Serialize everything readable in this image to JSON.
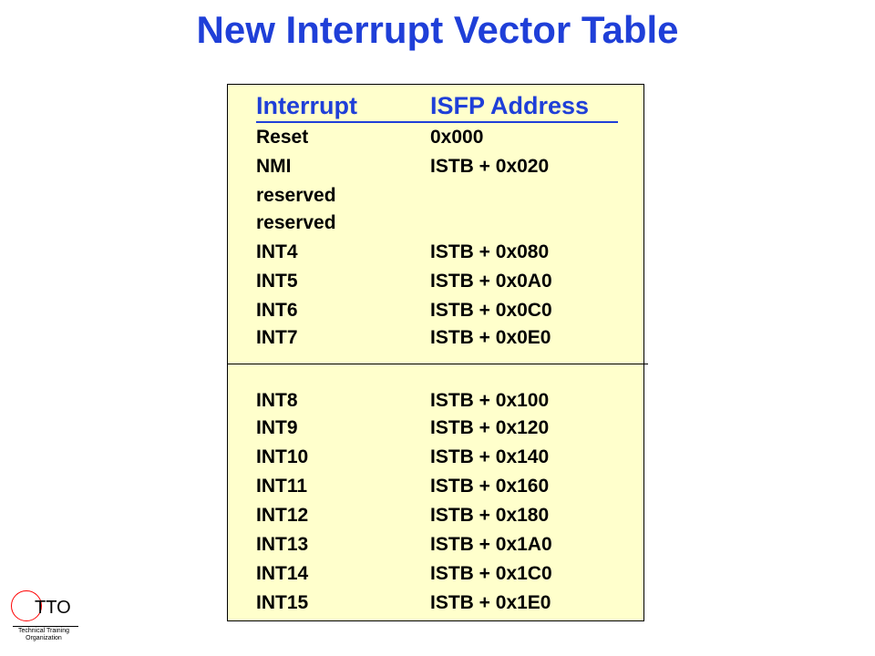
{
  "slide": {
    "title": "New Interrupt Vector Table"
  },
  "table": {
    "headers": {
      "interrupt": "Interrupt",
      "address": "ISFP Address"
    },
    "rows": [
      {
        "interrupt": "Reset",
        "address": "0x000"
      },
      {
        "interrupt": "NMI",
        "address": "ISTB + 0x020"
      },
      {
        "interrupt": "reserved",
        "address": ""
      },
      {
        "interrupt": "reserved",
        "address": ""
      },
      {
        "interrupt": "INT4",
        "address": "ISTB + 0x080"
      },
      {
        "interrupt": "INT5",
        "address": "ISTB + 0x0A0"
      },
      {
        "interrupt": "INT6",
        "address": "ISTB + 0x0C0"
      },
      {
        "interrupt": "INT7",
        "address": "ISTB + 0x0E0"
      },
      {
        "interrupt": "INT8",
        "address": "ISTB + 0x100"
      },
      {
        "interrupt": "INT9",
        "address": "ISTB + 0x120"
      },
      {
        "interrupt": "INT10",
        "address": "ISTB + 0x140"
      },
      {
        "interrupt": "INT11",
        "address": "ISTB + 0x160"
      },
      {
        "interrupt": "INT12",
        "address": "ISTB + 0x180"
      },
      {
        "interrupt": "INT13",
        "address": "ISTB + 0x1A0"
      },
      {
        "interrupt": "INT14",
        "address": "ISTB + 0x1C0"
      },
      {
        "interrupt": "INT15",
        "address": "ISTB + 0x1E0"
      }
    ]
  },
  "logo": {
    "mark": "TTO",
    "subtitle_line1": "Technical Training",
    "subtitle_line2": "Organization"
  },
  "colors": {
    "title_blue": "#1f3fd8",
    "panel_background": "#ffffcc",
    "logo_circle": "#ff0000"
  }
}
